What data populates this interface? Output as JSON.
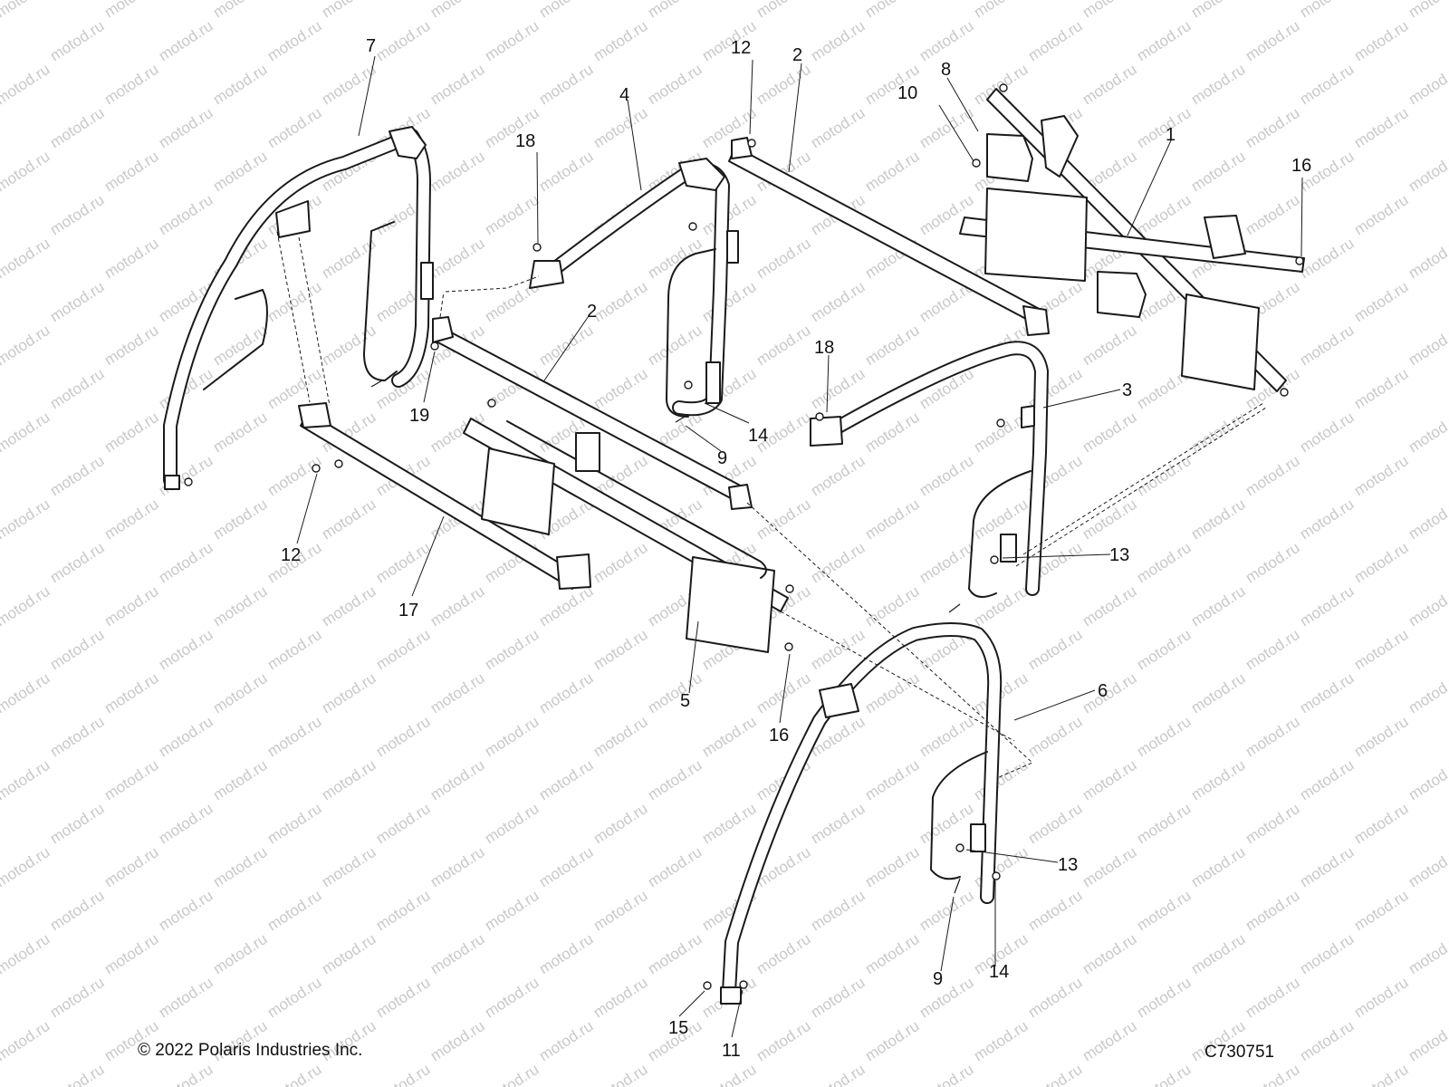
{
  "diagram": {
    "watermark": "motod.ru",
    "callouts": [
      "7",
      "12",
      "2",
      "8",
      "10",
      "4",
      "18",
      "1",
      "16",
      "2",
      "19",
      "18",
      "3",
      "14",
      "9",
      "12",
      "13",
      "17",
      "5",
      "16",
      "6",
      "13",
      "9",
      "14",
      "15",
      "11"
    ]
  },
  "footer": {
    "copyright": "© 2022 Polaris Industries Inc.",
    "figure_id": "C730751"
  }
}
